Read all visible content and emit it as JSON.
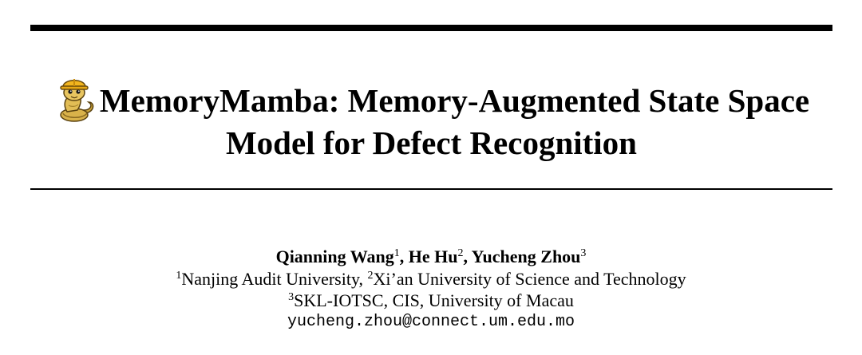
{
  "paper": {
    "title_line1": "MemoryMamba: Memory-Augmented State Space",
    "title_line2": "Model for Defect Recognition",
    "logo_icon": "snake-with-hardhat-icon",
    "authors": [
      {
        "name": "Qianning Wang",
        "affil": "1"
      },
      {
        "name": "He Hu",
        "affil": "2"
      },
      {
        "name": "Yucheng Zhou",
        "affil": "3"
      }
    ],
    "separator": ", ",
    "affiliations": [
      {
        "mark": "1",
        "text": "Nanjing Audit University, "
      },
      {
        "mark": "2",
        "text": "Xi’an University of Science and Technology"
      },
      {
        "mark": "3",
        "text": "SKL-IOTSC, CIS, University of Macau"
      }
    ],
    "email": "yucheng.zhou@connect.um.edu.mo"
  }
}
